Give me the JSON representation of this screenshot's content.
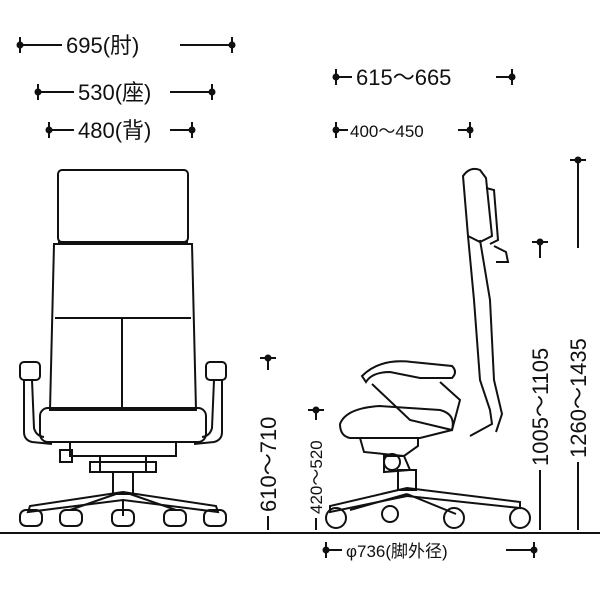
{
  "front_view": {
    "armrest_width": "695(肘)",
    "seat_width": "530(座)",
    "back_width": "480(背)",
    "arm_height": "610～710",
    "seat_height": "420～520"
  },
  "side_view": {
    "depth_overall": "615～665",
    "seat_depth": "400～450",
    "back_height": "1005～1105",
    "total_height": "1260～1435",
    "base_diameter": "φ736(脚外径)"
  }
}
